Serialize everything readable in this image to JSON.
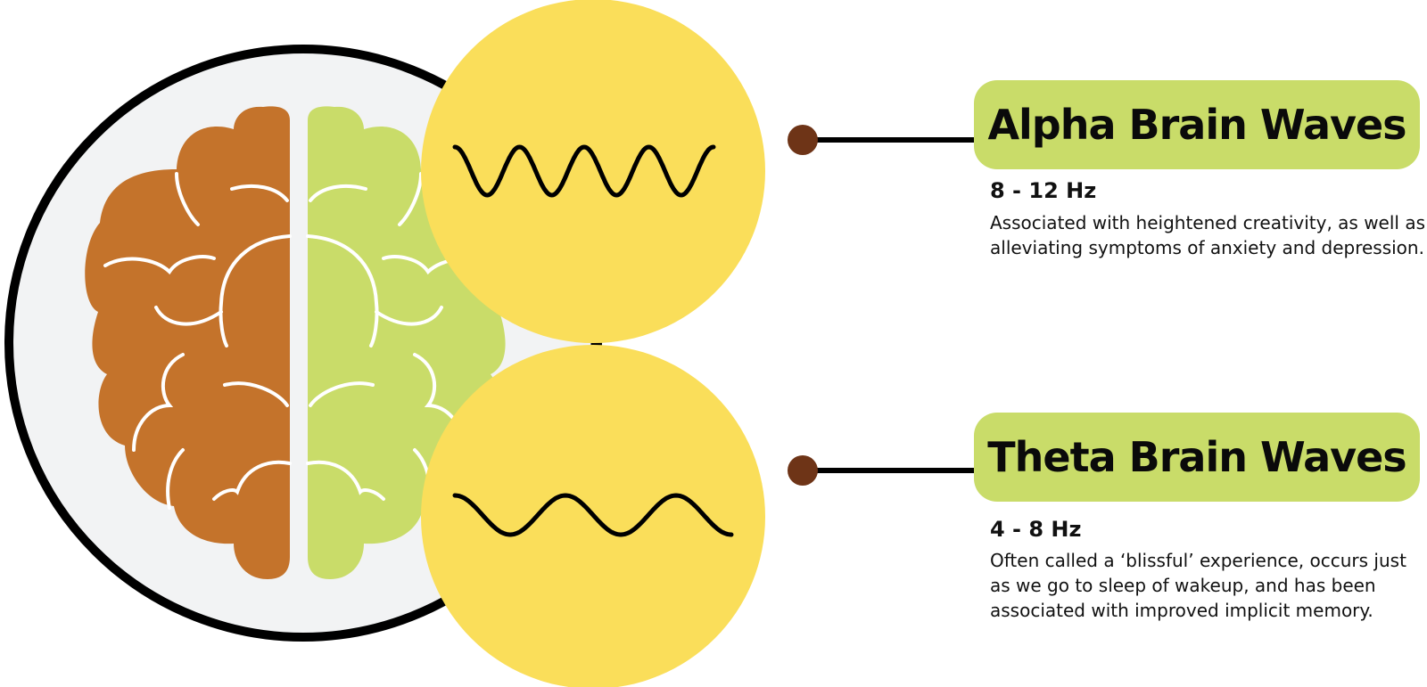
{
  "colors": {
    "brain_left": "#C4732B",
    "brain_right": "#C9DC69",
    "circle_bg": "#F2F3F4",
    "wave_circle": "#FADE5A",
    "pill": "#C9DC69",
    "connector_dot": "#6E3417"
  },
  "icons": {
    "brain": "brain-icon",
    "alpha_wave": "sine-wave-icon",
    "theta_wave": "sine-wave-icon"
  },
  "alpha": {
    "title": "Alpha Brain Waves",
    "frequency": "8 - 12 Hz",
    "description": "Associated with heightened creativity, as well as alleviating symptoms of anxiety and depression.",
    "wave_cycles": 4
  },
  "theta": {
    "title": "Theta Brain Waves",
    "frequency": "4 - 8 Hz",
    "description": "Often called a ‘blissful’ experience, occurs just as we go to sleep of wakeup, and has been associated with improved implicit memory.",
    "wave_cycles": 2.5
  }
}
